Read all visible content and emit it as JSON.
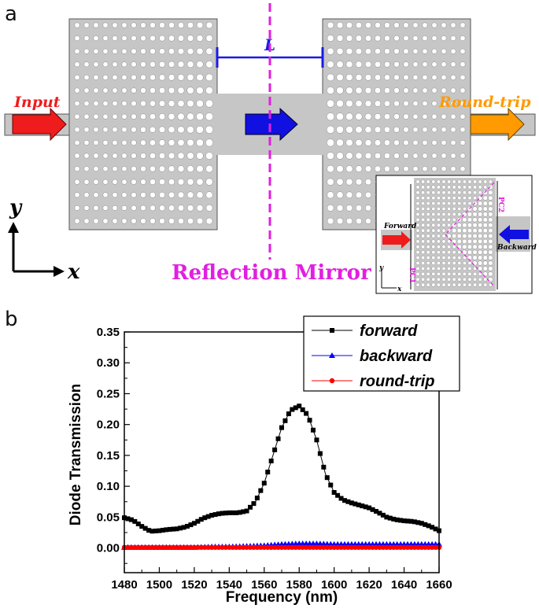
{
  "panel_a": {
    "letter": "a",
    "input_label": "Input",
    "output_label": "Round-trip",
    "gap_label": "L",
    "mirror_label": "Reflection Mirror",
    "axis_y": "y",
    "axis_x": "x",
    "colors": {
      "input_arrow": "#ee1c1c",
      "output_arrow": "#ff9a00",
      "middle_arrow": "#1010e0",
      "mirror_line": "#e020e0",
      "gap_marker": "#1a1ae6",
      "slab": "#c6c6c6"
    },
    "inset": {
      "forward_label": "Forward",
      "backward_label": "Backward",
      "pc1_label": "PC1",
      "pc2_label": "PC2",
      "axis_y": "y",
      "axis_x": "x"
    }
  },
  "panel_b": {
    "letter": "b"
  },
  "chart_data": {
    "type": "line",
    "xlabel": "Frequency (nm)",
    "ylabel": "Diode Transmission",
    "xlim": [
      1480,
      1660
    ],
    "ylim": [
      -0.04,
      0.35
    ],
    "xticks": [
      "1480",
      "1500",
      "1520",
      "1540",
      "1560",
      "1580",
      "1600",
      "1620",
      "1640",
      "1660"
    ],
    "yticks": [
      "0.00",
      "0.05",
      "0.10",
      "0.15",
      "0.20",
      "0.25",
      "0.30",
      "0.35"
    ],
    "legend_position": "top-right",
    "series": [
      {
        "name": "forward",
        "color": "#000000",
        "marker": "square",
        "x": [
          1480,
          1485,
          1490,
          1495,
          1500,
          1505,
          1510,
          1515,
          1520,
          1525,
          1530,
          1535,
          1540,
          1545,
          1550,
          1555,
          1560,
          1565,
          1570,
          1575,
          1580,
          1585,
          1590,
          1595,
          1600,
          1605,
          1610,
          1615,
          1620,
          1625,
          1630,
          1635,
          1640,
          1645,
          1650,
          1655,
          1660
        ],
        "y": [
          0.049,
          0.045,
          0.035,
          0.027,
          0.028,
          0.03,
          0.031,
          0.034,
          0.04,
          0.048,
          0.053,
          0.056,
          0.057,
          0.057,
          0.06,
          0.075,
          0.105,
          0.15,
          0.195,
          0.223,
          0.23,
          0.215,
          0.175,
          0.12,
          0.09,
          0.078,
          0.073,
          0.069,
          0.065,
          0.058,
          0.05,
          0.046,
          0.044,
          0.043,
          0.04,
          0.035,
          0.028
        ]
      },
      {
        "name": "backward",
        "color": "#0000ff",
        "marker": "triangle",
        "x": [
          1480,
          1490,
          1500,
          1510,
          1520,
          1530,
          1540,
          1550,
          1560,
          1570,
          1580,
          1590,
          1600,
          1610,
          1620,
          1630,
          1640,
          1650,
          1660
        ],
        "y": [
          0.001,
          0.001,
          0.001,
          0.001,
          0.001,
          0.002,
          0.002,
          0.003,
          0.004,
          0.006,
          0.007,
          0.007,
          0.006,
          0.006,
          0.006,
          0.006,
          0.006,
          0.006,
          0.006
        ]
      },
      {
        "name": "round-trip",
        "color": "#ff0000",
        "marker": "circle",
        "x": [
          1480,
          1490,
          1500,
          1510,
          1520,
          1530,
          1540,
          1550,
          1560,
          1570,
          1580,
          1590,
          1600,
          1610,
          1620,
          1630,
          1640,
          1650,
          1660
        ],
        "y": [
          0.001,
          0.001,
          0.001,
          0.001,
          0.001,
          0.001,
          0.001,
          0.001,
          0.001,
          0.001,
          0.001,
          0.001,
          0.001,
          0.001,
          0.001,
          0.001,
          0.001,
          0.001,
          0.001
        ]
      }
    ]
  }
}
